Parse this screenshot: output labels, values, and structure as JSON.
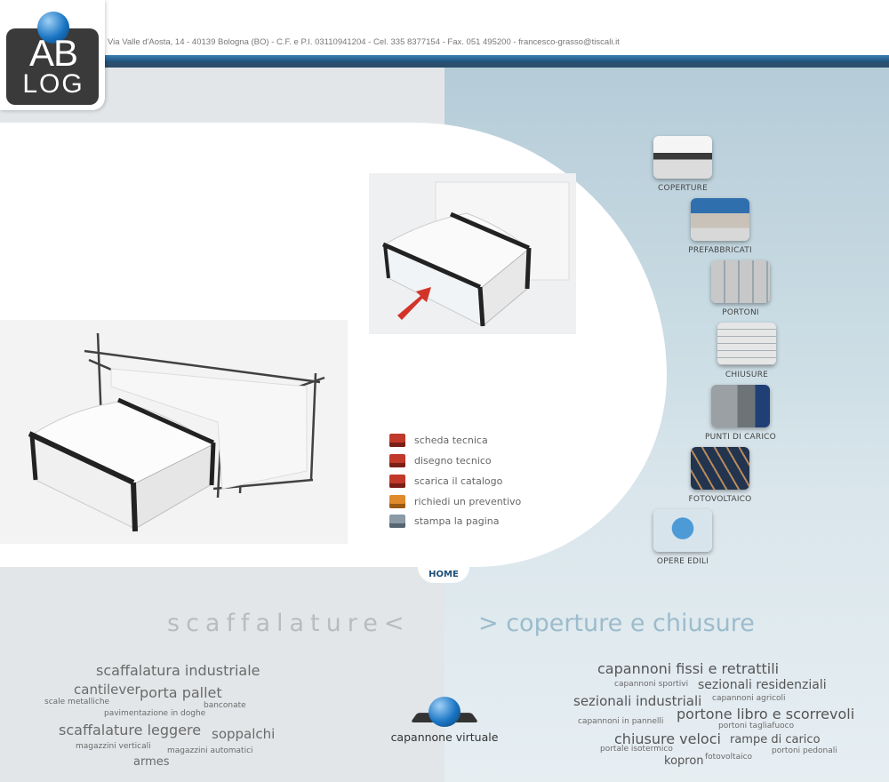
{
  "header": {
    "logo_top": "AB",
    "logo_bottom": "LOG",
    "address": "Via Valle d'Aosta, 14 - 40139 Bologna (BO) - C.F. e P.I. 03110941204 - Cel. 335 8377154 - Fax. 051 495200 - francesco-grasso@tiscali.it"
  },
  "links": [
    {
      "label": "scheda tecnica",
      "icon": "document-icon"
    },
    {
      "label": "disegno tecnico",
      "icon": "drawing-icon"
    },
    {
      "label": "scarica il catalogo",
      "icon": "download-icon"
    },
    {
      "label": "richiedi un preventivo",
      "icon": "checkmark-icon"
    },
    {
      "label": "stampa la pagina",
      "icon": "print-icon"
    }
  ],
  "home_label": "HOME",
  "nav": [
    {
      "label": "COPERTURE"
    },
    {
      "label": "PREFABBRICATI"
    },
    {
      "label": "PORTONI"
    },
    {
      "label": "CHIUSURE"
    },
    {
      "label": "PUNTI DI CARICO"
    },
    {
      "label": "FOTOVOLTAICO"
    },
    {
      "label": "OPERE EDILI"
    }
  ],
  "sections": {
    "left_title": "scaffalature<",
    "right_title": "> coperture e chiusure",
    "center_label": "capannone virtuale"
  },
  "tags_left": [
    "scaffalatura industriale",
    "cantilever",
    "porta pallet",
    "scale metalliche",
    "banconate",
    "pavimentazione in doghe",
    "scaffalature leggere",
    "soppalchi",
    "magazzini verticali",
    "magazzini automatici",
    "armes"
  ],
  "tags_right": [
    "capannoni fissi e retrattili",
    "capannoni sportivi",
    "sezionali residenziali",
    "sezionali industriali",
    "capannoni agricoli",
    "portone libro e scorrevoli",
    "capannoni in pannelli",
    "portoni tagliafuoco",
    "chiusure veloci",
    "rampe di carico",
    "portale isotermico",
    "portoni pedonali",
    "kopron",
    "fotovoltaico"
  ],
  "colors": {
    "accent": "#1d4f79",
    "bar": "#3b7fb3",
    "link_icon": "#c0392b"
  }
}
